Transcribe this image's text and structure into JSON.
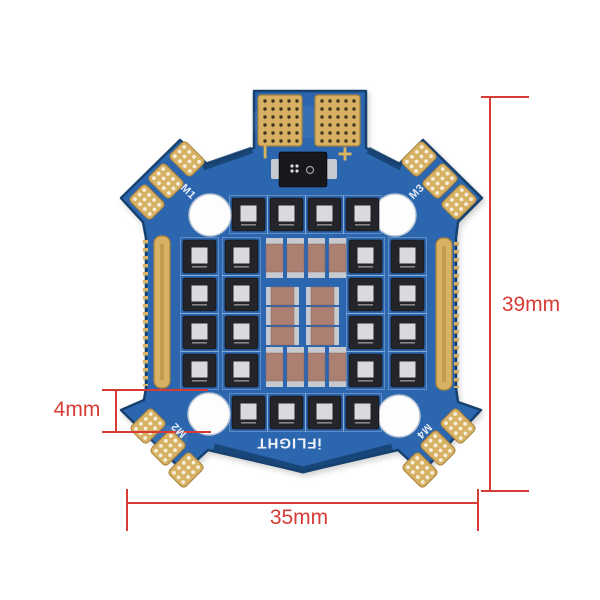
{
  "product": {
    "description": "Blue 4-in-1 ESC power board product photo with red dimension callouts",
    "brand_logo": "iFLIGHT",
    "motor_labels": [
      {
        "label": "M1"
      },
      {
        "label": "M2"
      },
      {
        "label": "M3"
      },
      {
        "label": "M4"
      }
    ],
    "polarity": {
      "negative": "−",
      "positive": "+"
    },
    "colors": {
      "pcb_blue": "#2b66ae",
      "pcb_edge": "#16416f",
      "pad_gold": "#d7b164",
      "gold_dark": "#a9813b",
      "pad_dot_white": "#f6efdc",
      "battery_dot_dark": "#41331c",
      "capacitor_body": "#ab7f72",
      "component_silver": "#c6cad0",
      "chip_black": "#24242b",
      "chip_pad": "#d9dade",
      "hole_white": "#fdfdfd",
      "silk_white": "#eef2f8"
    }
  },
  "dimensions": {
    "height": "39mm",
    "width": "35mm",
    "mounting_hole": "4mm",
    "line_color": "#d63c35"
  }
}
